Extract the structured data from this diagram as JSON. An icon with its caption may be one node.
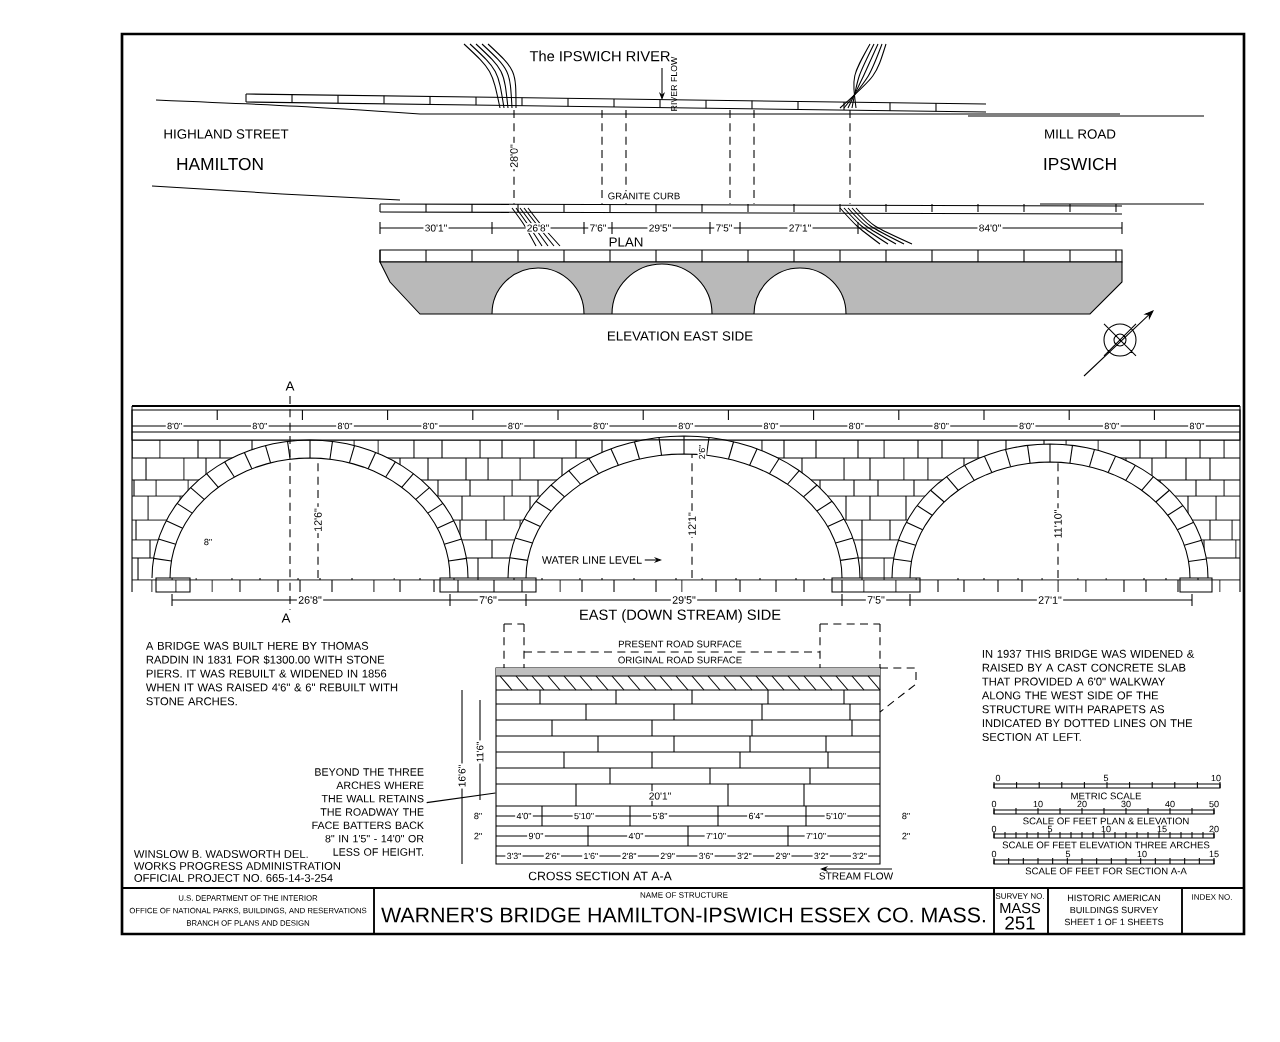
{
  "diagram": {
    "title": "WARNER'S BRIDGE HAMILTON-IPSWICH ESSEX CO. MASS.",
    "nodes": [
      {
        "text": [
          "BEYOND THE THREE ARCHES WHERE THE WALL RETAINS THE ROADWAY THE FACE BATTERS BACK 8\" IN 1'5\" - 14'0\" OR LESS OF HEIGHT."
        ]
      },
      {
        "text": [
          "WATER LINE LEVEL"
        ]
      },
      {
        "text": [],
        "shape": "picture"
      }
    ],
    "edges": [
      {
        "from": 0,
        "to": 2,
        "arrow": "none"
      },
      {
        "from": 1,
        "to": null,
        "arrow": "to"
      }
    ],
    "labels": [
      "The IPSWICH RIVER",
      "RIVER FLOW",
      "HIGHLAND STREET",
      "HAMILTON",
      "MILL ROAD",
      "IPSWICH",
      "28'0\"",
      "GRANITE CURB",
      "30'1\"",
      "26'8\"",
      "7'6\"",
      "29'5\"",
      "7'5\"",
      "27'1\"",
      "84'0\"",
      "PLAN",
      "ELEVATION EAST SIDE",
      "A",
      "8'0\"",
      "8'0\"",
      "8'0\"",
      "8'0\"",
      "8'0\"",
      "8'0\"",
      "8'0\"",
      "8'0\"",
      "8'0\"",
      "8'0\"",
      "8'0\"",
      "8'0\"",
      "8'0\"",
      "2'6\"",
      "12'6\"",
      "12'1\"",
      "11'10\"",
      "8\"",
      "26'8\"",
      "7'6\"",
      "29'5\"",
      "7'5\"",
      "27'1\"",
      "A",
      "EAST (DOWN STREAM) SIDE",
      "A BRIDGE WAS BUILT HERE BY THOMAS RADDIN IN 1831 FOR $1300.00 WITH STONE PIERS. IT WAS REBUILT & WIDENED IN 1856 WHEN IT WAS RAISED 4'6\" & 6\" REBUILT WITH STONE ARCHES.",
      "WINSLOW B. WADSWORTH DEL.",
      "WORKS PROGRESS ADMINISTRATION",
      "OFFICIAL PROJECT NO. 665-14-3-254",
      "PRESENT ROAD SURFACE",
      "ORIGINAL ROAD SURFACE",
      "16'6\"",
      "11'6\"",
      "20'1\"",
      "8\"",
      "2\"",
      "4'0\"",
      "5'10\"",
      "5'8\"",
      "6'4\"",
      "5'10\"",
      "9'0\"",
      "4'0\"",
      "7'10\"",
      "7'10\"",
      "3'3\"",
      "2'6\"",
      "1'6\"",
      "2'8\"",
      "2'9\"",
      "3'6\"",
      "3'2\"",
      "2'9\"",
      "3'2\"",
      "3'2\"",
      "CROSS SECTION AT A-A",
      "STREAM FLOW",
      "IN 1937 THIS BRIDGE WAS WIDENED & RAISED BY A CAST CONCRETE SLAB THAT PROVIDED A 6'0\" WALKWAY ALONG THE WEST SIDE OF THE STRUCTURE WITH PARAPETS AS INDICATED BY DOTTED LINES ON THE SECTION AT LEFT.",
      "8\"",
      "2\"",
      "0",
      "5",
      "10",
      "METRIC SCALE",
      "0",
      "10",
      "20",
      "30",
      "40",
      "50",
      "SCALE OF FEET PLAN & ELEVATION",
      "0",
      "5",
      "10",
      "15",
      "20",
      "SCALE OF FEET ELEVATION THREE ARCHES",
      "0",
      "5",
      "10",
      "15",
      "SCALE OF FEET FOR SECTION A-A",
      "U.S. DEPARTMENT OF THE INTERIOR",
      "OFFICE OF NATIONAL PARKS, BUILDINGS, AND RESERVATIONS",
      "BRANCH OF PLANS AND DESIGN",
      "NAME OF STRUCTURE",
      "SURVEY NO.",
      "MASS",
      "251",
      "HISTORIC AMERICAN",
      "BUILDINGS SURVEY",
      "SHEET 1 OF 1 SHEETS",
      "INDEX NO."
    ]
  }
}
